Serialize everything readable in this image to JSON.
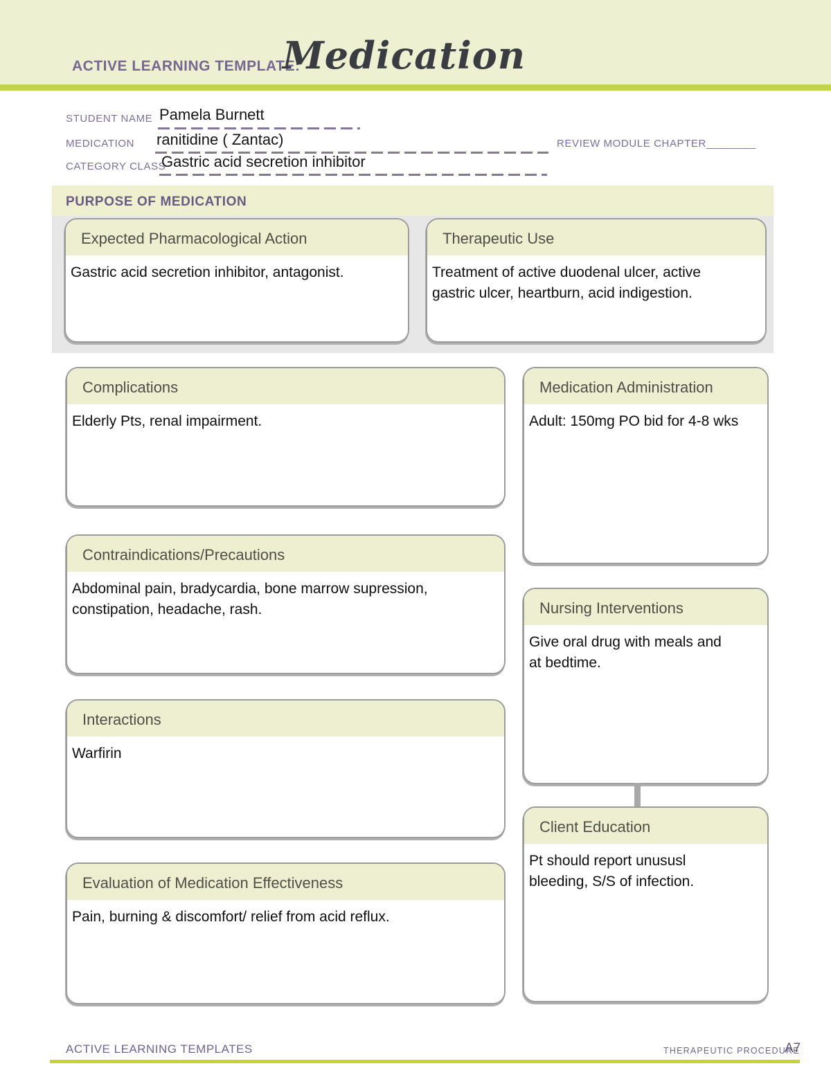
{
  "header": {
    "template_label": "ACTIVE LEARNING TEMPLATE:",
    "title": "Medication"
  },
  "form": {
    "student_name": {
      "label": "STUDENT NAME",
      "value": "Pamela Burnett"
    },
    "medication": {
      "label": "MEDICATION",
      "value": "ranitidine ( Zantac)"
    },
    "review_module_chapter": {
      "label": "REVIEW MODULE CHAPTER",
      "blank": "________"
    },
    "category_class": {
      "label": "CATEGORY CLASS",
      "value": "Gastric acid secretion inhibitor"
    }
  },
  "purpose_section": {
    "heading": "PURPOSE OF MEDICATION"
  },
  "cards": {
    "expected_action": {
      "title": "Expected Pharmacological Action",
      "content": "Gastric acid secretion inhibitor, antagonist."
    },
    "therapeutic_use": {
      "title": "Therapeutic Use",
      "content": "Treatment of active duodenal ulcer, active\ngastric ulcer, heartburn, acid indigestion."
    },
    "complications": {
      "title": "Complications",
      "content": "Elderly Pts, renal impairment."
    },
    "medication_administration": {
      "title": "Medication Administration",
      "content": "Adult: 150mg PO bid for 4-8 wks"
    },
    "contraindications": {
      "title": "Contraindications/Precautions",
      "content": "Abdominal pain, bradycardia, bone marrow supression,\nconstipation, headache, rash."
    },
    "nursing_interventions": {
      "title": "Nursing Interventions",
      "content": "Give oral drug with meals and\nat bedtime."
    },
    "interactions": {
      "title": "Interactions",
      "content": "Warfirin"
    },
    "client_education": {
      "title": "Client Education",
      "content": "Pt should report unususl\nbleeding, S/S of infection."
    },
    "evaluation": {
      "title": "Evaluation of Medication Effectiveness",
      "content": "Pain, burning & discomfort/ relief from acid reflux."
    }
  },
  "footer": {
    "left": "ACTIVE LEARNING TEMPLATES",
    "right_label": "THERAPEUTIC PROCEDURE",
    "page": "A7"
  },
  "colors": {
    "header_band": "#eef0d2",
    "accent_bar": "#c3d24c",
    "label_purple": "#7c6e96",
    "section_gray": "#e7e7e7",
    "card_header": "#edefd0",
    "card_border": "#9b9b9b"
  }
}
